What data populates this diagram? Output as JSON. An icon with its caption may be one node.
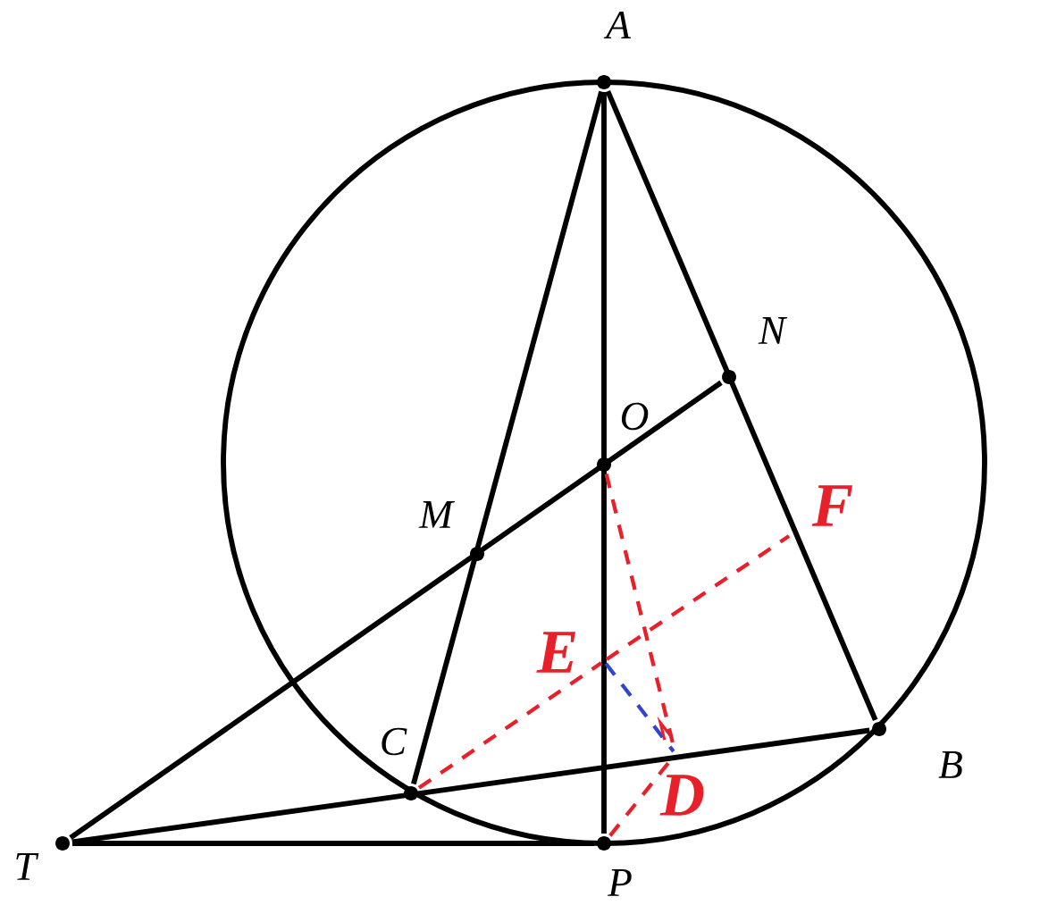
{
  "diagram": {
    "nodes": [
      {
        "text": [
          "A"
        ]
      },
      {
        "text": [
          "N"
        ]
      },
      {
        "text": [
          "O"
        ]
      },
      {
        "text": [
          "F"
        ]
      },
      {
        "text": [
          "M"
        ]
      },
      {
        "text": [
          "E"
        ]
      },
      {
        "text": [
          "C"
        ]
      },
      {
        "text": [
          "B"
        ]
      },
      {
        "text": [
          "D"
        ]
      },
      {
        "text": [
          "T"
        ]
      },
      {
        "text": [
          "P"
        ]
      }
    ],
    "edges": [
      {
        "from": 0,
        "to": 6,
        "arrow": "none"
      },
      {
        "from": 0,
        "to": 10,
        "arrow": "none"
      },
      {
        "from": 0,
        "to": 7,
        "arrow": "none"
      },
      {
        "from": 9,
        "to": 7,
        "arrow": "none"
      },
      {
        "from": 9,
        "to": 10,
        "arrow": "none"
      },
      {
        "from": 9,
        "to": 1,
        "arrow": "none"
      },
      {
        "from": 6,
        "to": 5,
        "arrow": "none",
        "style": "dashed",
        "color": "#e8202a"
      },
      {
        "from": 5,
        "to": 3,
        "arrow": "none",
        "style": "dashed",
        "color": "#e8202a"
      },
      {
        "from": 2,
        "to": 8,
        "arrow": "none",
        "style": "dashed",
        "color": "#e8202a"
      },
      {
        "from": 10,
        "to": 8,
        "arrow": "none",
        "style": "dashed",
        "color": "#e8202a"
      },
      {
        "from": 5,
        "to": 8,
        "arrow": "none",
        "style": "dashed",
        "color": "#3344cc"
      }
    ]
  }
}
